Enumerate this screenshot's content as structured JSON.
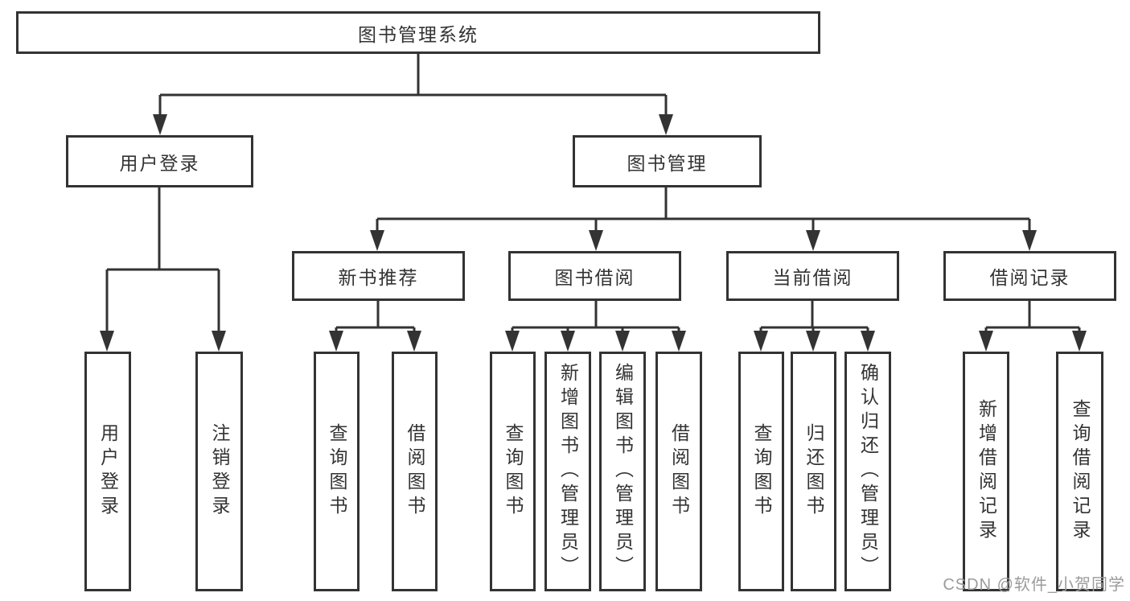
{
  "colors": {
    "background": "#ffffff",
    "line": "#333333",
    "box_border": "#333333",
    "text": "#333333",
    "watermark": "#9b9b9b"
  },
  "root": {
    "label": "图书管理系统"
  },
  "tree": {
    "user_login": {
      "label": "用户登录",
      "children": [
        "用户登录",
        "注销登录"
      ]
    },
    "book_mgmt": {
      "label": "图书管理",
      "sections": [
        {
          "label": "新书推荐",
          "children": [
            "查询图书",
            "借阅图书"
          ]
        },
        {
          "label": "图书借阅",
          "children": [
            "查询图书",
            "新增图书（管理员）",
            "编辑图书（管理员）",
            "借阅图书"
          ]
        },
        {
          "label": "当前借阅",
          "children": [
            "查询图书",
            "归还图书",
            "确认归还（管理员）"
          ]
        },
        {
          "label": "借阅记录",
          "children": [
            "新增借阅记录",
            "查询借阅记录"
          ]
        }
      ]
    }
  },
  "watermark": {
    "text": "CSDN @软件_小贺同学"
  }
}
